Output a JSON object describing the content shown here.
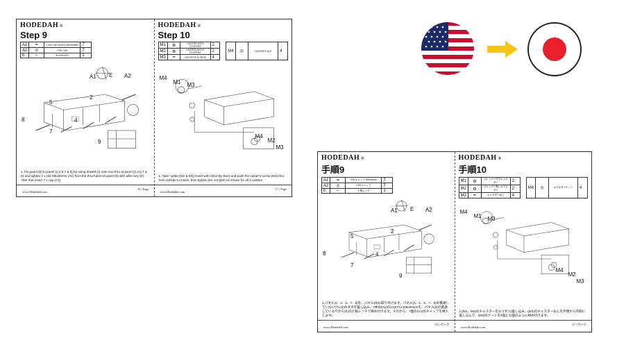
{
  "flags": {
    "from": "us-flag-icon",
    "arrow": "arrow-right-icon",
    "to": "japan-flag-icon",
    "arrow_color": "#f5c518",
    "japan_red": "#e8202a"
  },
  "documents": [
    {
      "id": "doc-en",
      "pages": [
        {
          "brand": "HODEDAH",
          "title": "Step 9",
          "parts": [
            [
              {
                "code": "A1",
                "icon": "dowel-screw-icon",
                "name": "CSK CAP WOOD M6X50MM",
                "qty": "7"
              },
              {
                "code": "A2",
                "icon": "cap-icon",
                "name": "CSK CAP",
                "qty": "7"
              },
              {
                "code": "E",
                "icon": "allen-key-icon",
                "name": "ALLEN KEY",
                "qty": "1"
              }
            ]
          ],
          "labels": [
            "5",
            "2",
            "8",
            "4",
            "7",
            "9",
            "A1",
            "E",
            "A2"
          ],
          "instruction": "1.  Fix panel (9) to panel (2,4,5,7 & 8) by using dowels (I) onto non-thru at panel (2,4,5,7 & 8) and tighten 7 x csk M6x50mm (A1) from the thru-holes of panel (9) with allen key (E). After that insert 7 x cap (A2).",
          "url": "www.Hodedah.com",
          "page": "16 | Page"
        },
        {
          "brand": "HODEDAH",
          "title": "Step 10",
          "parts": [
            [
              {
                "code": "M1",
                "icon": "caster-icon",
                "name": "CASTER WITH STOPPER",
                "qty": "2"
              },
              {
                "code": "M2",
                "icon": "caster-icon",
                "name": "CASTER W/OUT STOPPER",
                "qty": "2"
              },
              {
                "code": "M3",
                "icon": "screw-icon",
                "name": "CASTER'S SCREW",
                "qty": "4"
              }
            ],
            [
              {
                "code": "M4",
                "icon": "nut-icon",
                "name": "CASTER'S NUT",
                "qty": "4"
              }
            ]
          ],
          "labels": [
            "M4",
            "M1",
            "M3",
            "M4",
            "M2",
            "M3"
          ],
          "instruction": "1.  Take caster (M1 & M2) insert with (One By One) and push the caster's screw (M3) thru from outside to inside, then tighten the nut (M4) as shown for all 4 casters.",
          "url": "www.Hodedah.com",
          "page": "17 | Page"
        }
      ]
    },
    {
      "id": "doc-jp",
      "pages": [
        {
          "brand": "HODEDAH",
          "title": "手順9",
          "parts": [
            [
              {
                "code": "A1",
                "icon": "dowel-screw-icon",
                "name": "CSKキャップ M6x50mm",
                "qty": "7"
              },
              {
                "code": "A2",
                "icon": "cap-icon",
                "name": "CSKキャップ",
                "qty": "7"
              },
              {
                "code": "E",
                "icon": "allen-key-icon",
                "name": "六角レンチ",
                "qty": "1"
              }
            ]
          ],
          "labels": [
            "5",
            "2",
            "8",
            "4",
            "7",
            "9",
            "A1",
            "E",
            "A2"
          ],
          "instruction": "1.パネル(2、4、5、7、8)を、パネル(9)に取り付けます。パネル(2、4、5、7、8)の貫通していない穴に(I)のダボを差し込み、7本の(A1)のCSK穴にM6x50mmを、パネル(9)の貫通している穴から(E)の六角レンチで締め付けます。それから、7個の(A2)のキャップを挿入します。",
          "url": "www.Hodedah.com",
          "page": "16 | ページ"
        },
        {
          "brand": "HODEDAH",
          "title": "手順10",
          "parts": [
            [
              {
                "code": "M1",
                "icon": "caster-icon",
                "name": "ストッパー付きキャスター",
                "qty": "2"
              },
              {
                "code": "M2",
                "icon": "caster-icon",
                "name": "ストッパー無しキャスター",
                "qty": "2"
              },
              {
                "code": "M3",
                "icon": "screw-icon",
                "name": "キャスターねじ",
                "qty": "4"
              }
            ],
            [
              {
                "code": "M4",
                "icon": "nut-icon",
                "name": "キャスターナット",
                "qty": "4"
              }
            ]
          ],
          "labels": [
            "M4",
            "M1",
            "M3",
            "M4",
            "M2",
            "M3"
          ],
          "instruction": "1.(M1、M2)のキャスターを(1つずつ)差し込み、(M3)のキャスターねじを外側から内側に差し込んで、(M4)のナットを4個とも図のように締め付けます。",
          "url": "www.Hodedah.com",
          "page": "17 | ページ"
        }
      ]
    }
  ]
}
